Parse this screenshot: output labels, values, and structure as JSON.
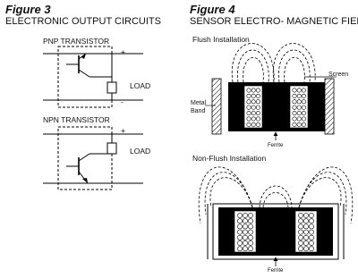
{
  "fig3": {
    "title": "Figure 3",
    "heading": "ELECTRONIC OUTPUT CIRCUITS",
    "pnp_label": "PNP TRANSISTOR",
    "npn_label": "NPN TRANSISTOR",
    "load_label": "LOAD",
    "plus": "+",
    "minus": "-"
  },
  "fig4": {
    "title": "Figure 4",
    "heading": "SENSOR ELECTRO- MAGNETIC FIELD",
    "flush_label": "Flush Installation",
    "nonflush_label": "Non-Flush Installation",
    "screen_label": "Screen",
    "metal_band_label_1": "Metal",
    "metal_band_label_2": "Band",
    "ferrite_label": "Ferrite"
  }
}
